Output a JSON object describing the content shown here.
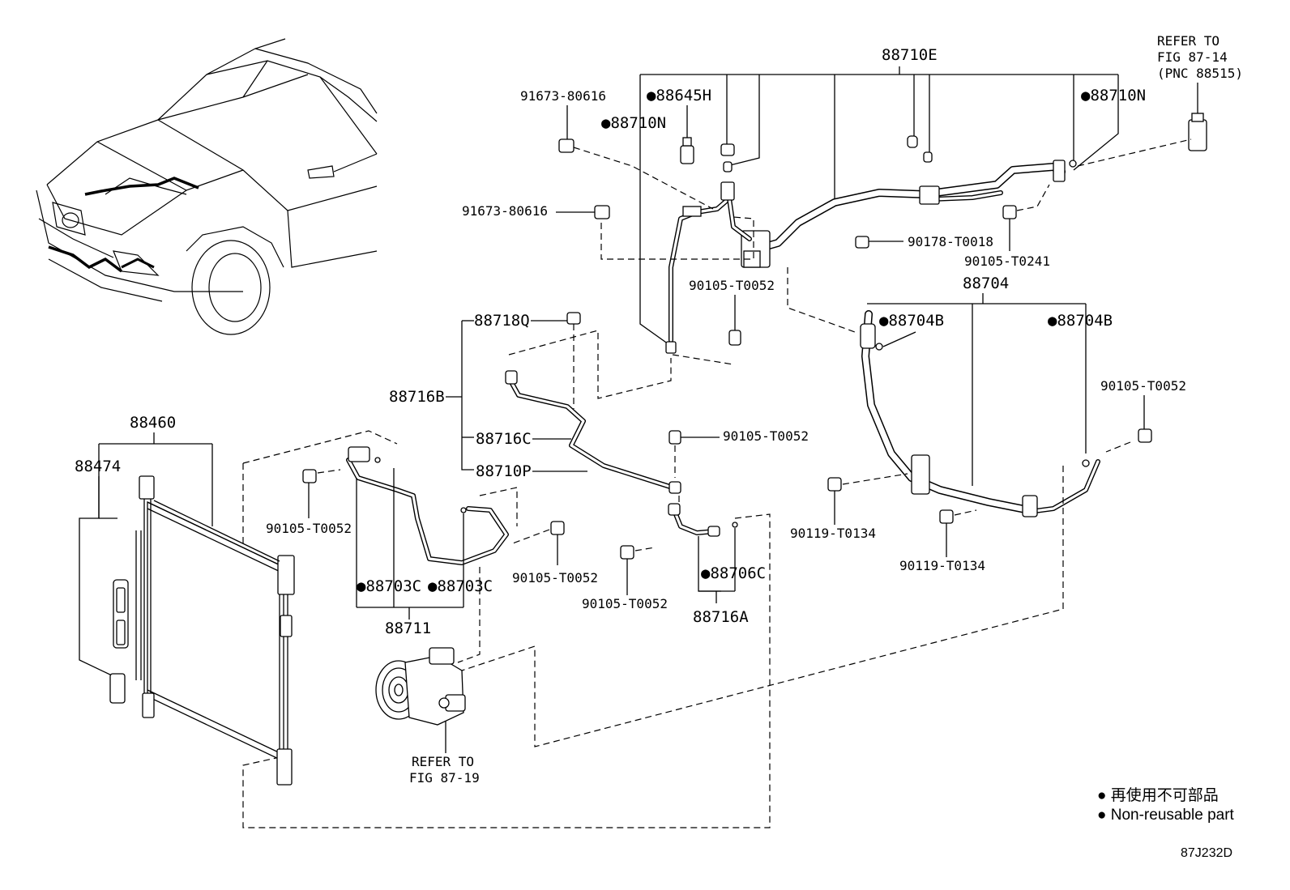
{
  "labels": {
    "p88710E": "88710E",
    "refer_pnc_1": "REFER TO",
    "refer_pnc_2": "FIG 87-14",
    "refer_pnc_3": "(PNC 88515)",
    "p91673_a": "91673-80616",
    "p88645H": "●88645H",
    "p88710N_a": "●88710N",
    "p88710N_b": "●88710N",
    "p91673_b": "91673-80616",
    "p90178": "90178-T0018",
    "p90105_T0241": "90105-T0241",
    "p90105_a": "90105-T0052",
    "p88704": "88704",
    "p88704B_a": "●88704B",
    "p88704B_b": "●88704B",
    "p88718Q": "88718Q",
    "p88716B": "88716B",
    "p90105_b": "90105-T0052",
    "p88716C": "88716C",
    "p90105_c": "90105-T0052",
    "p88710P": "88710P",
    "p88460": "88460",
    "p88474": "88474",
    "p90105_d": "90105-T0052",
    "p90119_a": "90119-T0134",
    "p90119_b": "90119-T0134",
    "p90105_e": "90105-T0052",
    "p90105_f": "90105-T0052",
    "p88703C_a": "●88703C",
    "p88703C_b": "●88703C",
    "p88706C": "●88706C",
    "p88711": "88711",
    "p88716A": "88716A",
    "refer_comp_1": "REFER TO",
    "refer_comp_2": "FIG 87-19"
  },
  "legend": {
    "line1": "● 再使用不可部品",
    "line2": "● Non-reusable part"
  },
  "figure_code": "87J232D"
}
